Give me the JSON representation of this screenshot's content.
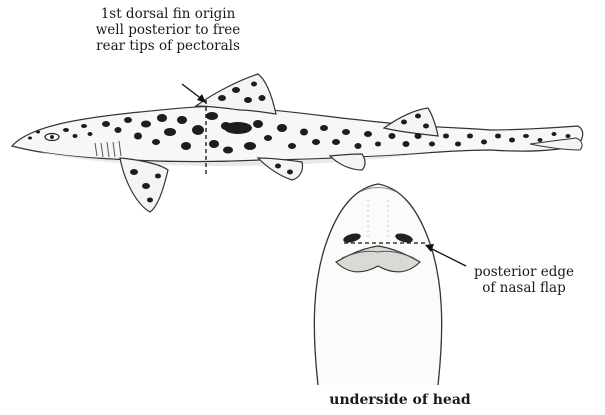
{
  "annotations": {
    "dorsal_fin_note": [
      "1st dorsal fin origin",
      "well posterior to free",
      "rear tips of pectorals"
    ],
    "nasal_flap_note": [
      "posterior edge",
      "of nasal flap"
    ],
    "underside_caption": "underside of head"
  },
  "colors": {
    "ink": "#1a1a1a",
    "spot": "#1d1d1d",
    "body_outline": "#333333",
    "body_fill": "#f7f7f5",
    "belly_shade": "#e9e9e6"
  }
}
